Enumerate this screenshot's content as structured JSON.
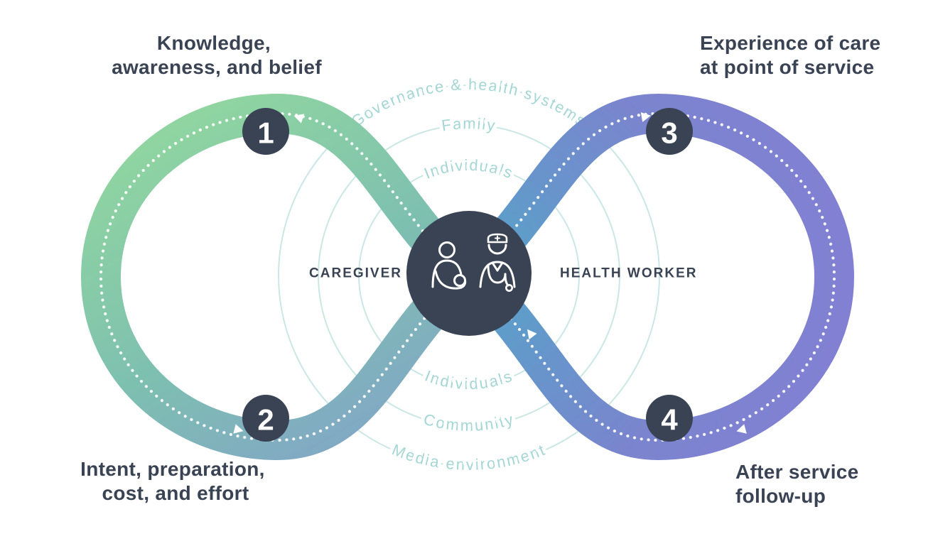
{
  "center": {
    "left_role": "CAREGIVER",
    "right_role": "HEALTH WORKER"
  },
  "steps": [
    {
      "number": "1",
      "line1": "Knowledge,",
      "line2": "awareness, and belief"
    },
    {
      "number": "2",
      "line1": "Intent, preparation,",
      "line2": "cost, and effort"
    },
    {
      "number": "3",
      "line1": "Experience of care",
      "line2": "at point of service"
    },
    {
      "number": "4",
      "line1": "After service",
      "line2": "follow-up"
    }
  ],
  "rings": {
    "top": [
      "Governance & health systems",
      "Family",
      "Individuals"
    ],
    "bottom": [
      "Individuals",
      "Community",
      "Media environment"
    ]
  },
  "colors": {
    "dark": "#3A4354",
    "ring_line": "#CBE7E5",
    "ring_text": "#A3D6D4",
    "left_loop_start": "#8FD4A1",
    "left_loop_mid": "#7EC0B0",
    "left_loop_end": "#82A3C9",
    "right_loop_start": "#55A6C8",
    "right_loop_end": "#8280D3",
    "arrow": "#FFFFFF"
  }
}
